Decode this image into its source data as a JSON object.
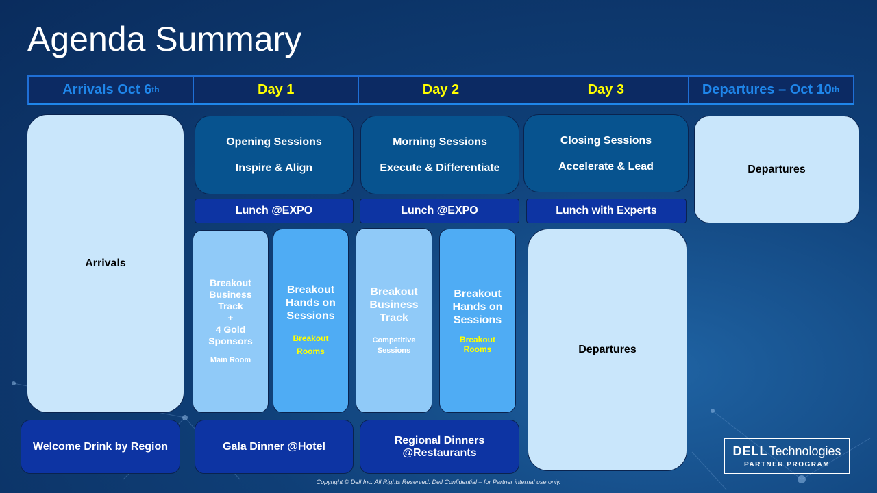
{
  "title": "Agenda Summary",
  "header": {
    "arrivals_text": "Arrivals Oct 6",
    "arrivals_sup": "th",
    "day1": "Day 1",
    "day2": "Day 2",
    "day3": "Day 3",
    "departures_text": "Departures – Oct 10",
    "departures_sup": "th"
  },
  "arrivals": {
    "label": "Arrivals",
    "welcome": "Welcome Drink by Region"
  },
  "day1": {
    "session_title": "Opening Sessions",
    "session_theme": "Inspire & Align",
    "lunch": "Lunch @EXPO",
    "breakout_business": [
      "Breakout",
      "Business",
      "Track",
      "+",
      "4 Gold",
      "Sponsors"
    ],
    "breakout_business_location": "Main Room",
    "breakout_hands": [
      "Breakout",
      "Hands on",
      "Sessions"
    ],
    "breakout_hands_location": [
      "Breakout",
      "Rooms"
    ],
    "dinner": "Gala Dinner @Hotel"
  },
  "day2": {
    "session_title": "Morning Sessions",
    "session_theme": "Execute & Differentiate",
    "lunch": "Lunch @EXPO",
    "breakout_business": [
      "Breakout",
      "Business",
      "Track"
    ],
    "breakout_business_location": [
      "Competitive",
      "Sessions"
    ],
    "breakout_hands": [
      "Breakout",
      "Hands on",
      "Sessions"
    ],
    "breakout_hands_location": [
      "Breakout",
      "Rooms"
    ],
    "dinner": [
      "Regional Dinners",
      "@Restaurants"
    ]
  },
  "day3": {
    "session_title": "Closing Sessions",
    "session_theme": "Accelerate & Lead",
    "lunch": "Lunch with Experts",
    "departures": "Departures"
  },
  "departures": {
    "label": "Departures"
  },
  "logo": {
    "brand": "DELL",
    "brand_suffix": "Technologies",
    "program": "PARTNER PROGRAM"
  },
  "footer": "Copyright © Dell Inc. All Rights Reserved. Dell Confidential – for Partner internal use only.",
  "colors": {
    "background": "#0f3f77",
    "day_label": "#ffff00",
    "side_label": "#1f86ea",
    "pale_box": "#c9e6fb",
    "session_box": "#07538f",
    "lunch_box": "#0d34a3",
    "breakout_light": "#90caf8",
    "breakout_bright": "#4facf4"
  }
}
